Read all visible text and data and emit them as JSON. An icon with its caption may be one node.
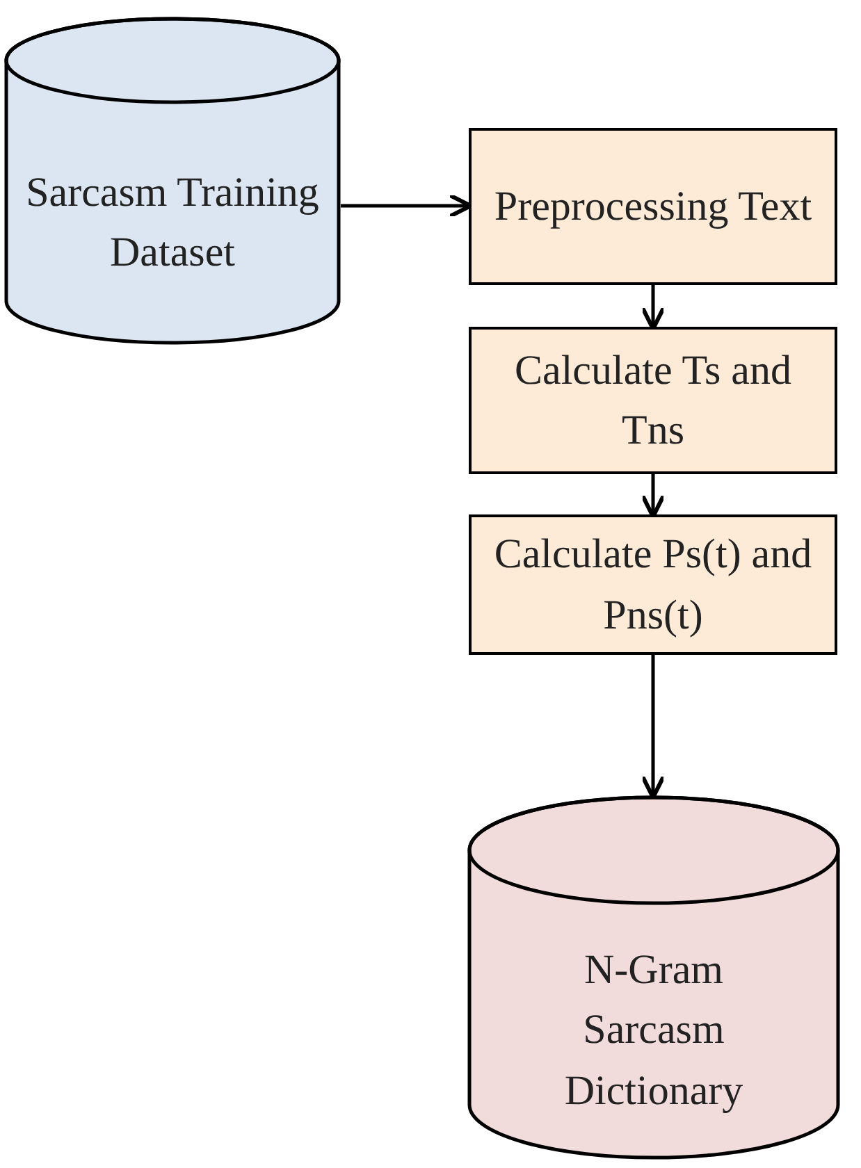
{
  "diagram": {
    "nodes": [
      {
        "text": [
          "Sarcasm Training Dataset"
        ]
      },
      {
        "text": [
          "Preprocessing Text"
        ]
      },
      {
        "text": [
          "Calculate Ts and Tns"
        ]
      },
      {
        "text": [
          "Calculate Ps(t) and Pns(t)"
        ]
      },
      {
        "text": [
          "N-Gram Sarcasm Dictionary"
        ]
      }
    ],
    "edges": [
      {
        "from": 0,
        "to": 1,
        "arrow": "to"
      },
      {
        "from": 1,
        "to": 2,
        "arrow": "to"
      },
      {
        "from": 2,
        "to": 3,
        "arrow": "to"
      },
      {
        "from": 3,
        "to": 4,
        "arrow": "to"
      }
    ]
  }
}
